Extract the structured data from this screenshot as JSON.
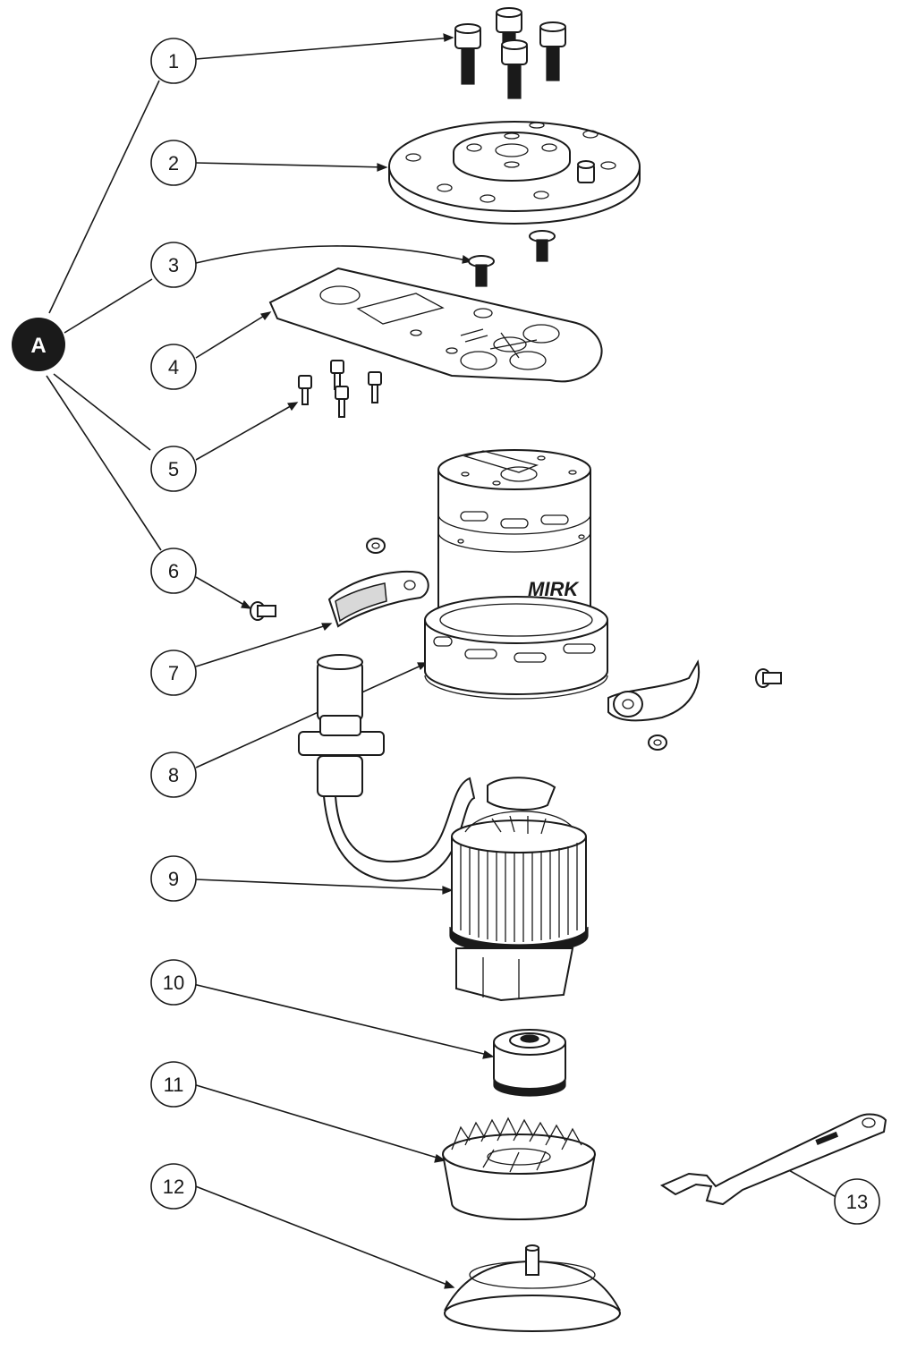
{
  "group_marker": {
    "label": "A",
    "fill": "#1a1a1a",
    "text_color": "#ffffff"
  },
  "callouts": [
    {
      "label": "1",
      "part": "cap-screws"
    },
    {
      "label": "2",
      "part": "mounting-plate"
    },
    {
      "label": "3",
      "part": "countersunk-screws"
    },
    {
      "label": "4",
      "part": "bracket-plate"
    },
    {
      "label": "5",
      "part": "small-screws"
    },
    {
      "label": "6",
      "part": "pins-and-nuts"
    },
    {
      "label": "7",
      "part": "side-clamps"
    },
    {
      "label": "8",
      "part": "housing"
    },
    {
      "label": "9",
      "part": "motor-assembly"
    },
    {
      "label": "10",
      "part": "bearing"
    },
    {
      "label": "11",
      "part": "fan-impeller"
    },
    {
      "label": "12",
      "part": "base-pad"
    },
    {
      "label": "13",
      "part": "wrench"
    }
  ],
  "housing_brand": "MIRK",
  "colors": {
    "line": "#1a1a1a",
    "background": "#ffffff",
    "shade": "#d8d8d8"
  }
}
